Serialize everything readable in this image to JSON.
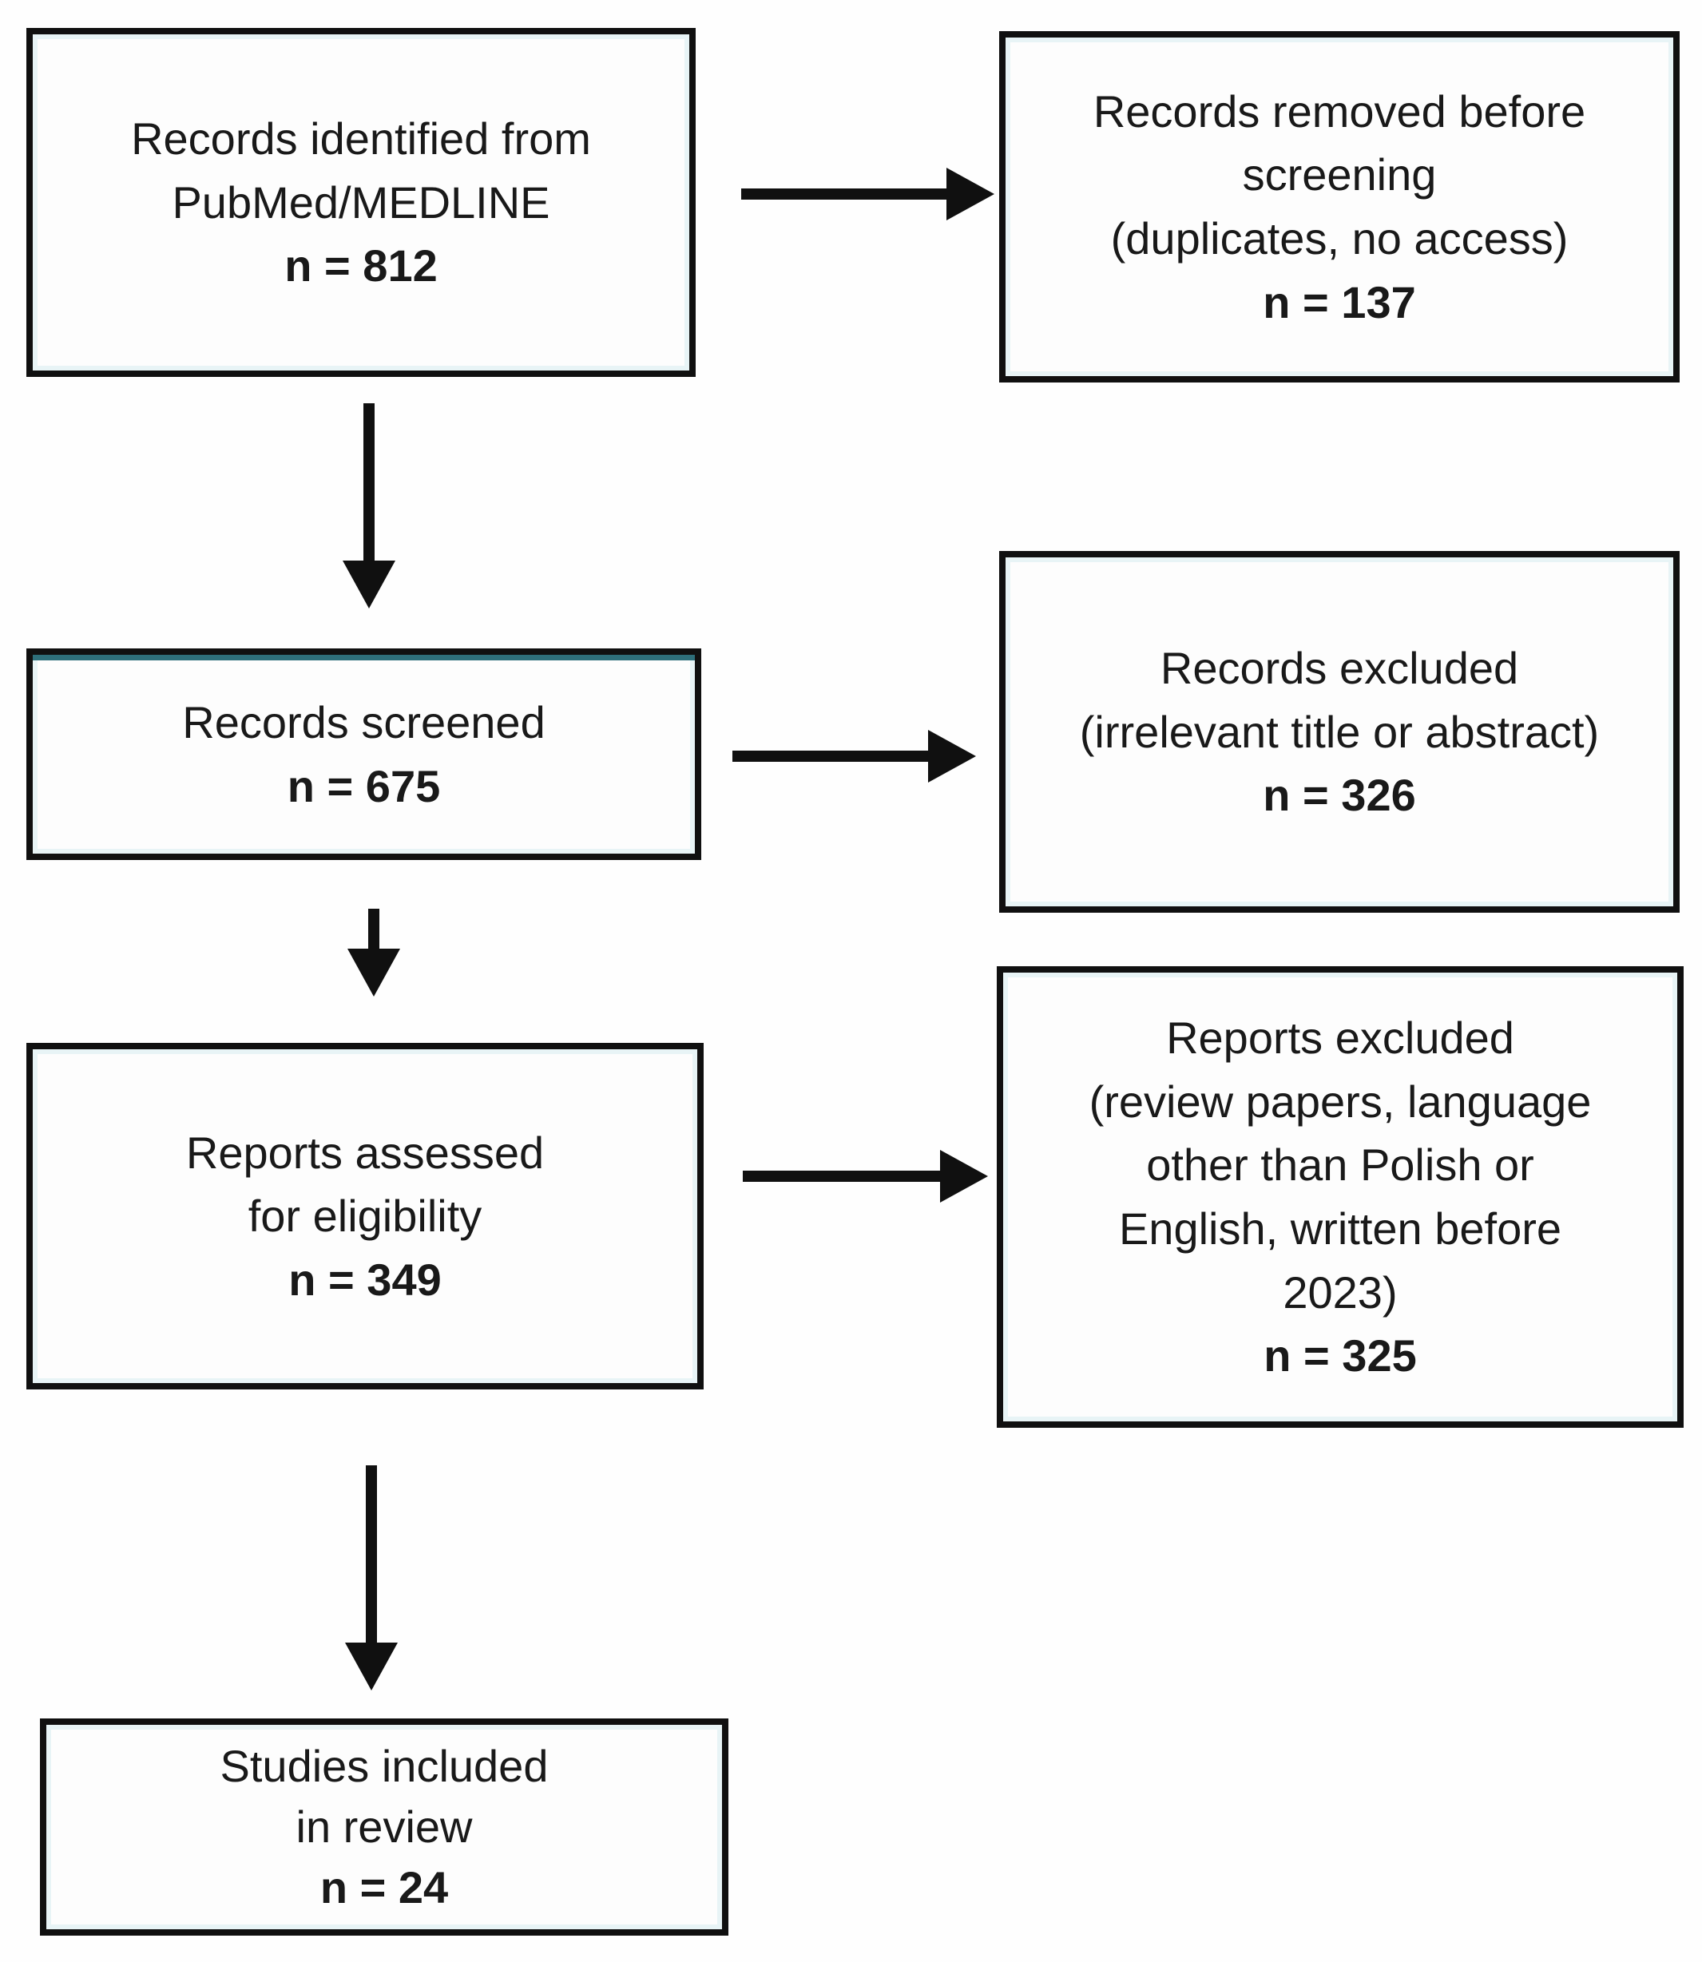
{
  "boxes": {
    "identified": {
      "line1": "Records identified from",
      "line2": "PubMed/MEDLINE",
      "n": "n = 812"
    },
    "removed": {
      "line1": "Records removed before",
      "line2": "screening",
      "line3": "(duplicates, no access)",
      "n": "n = 137"
    },
    "screened": {
      "line1": "Records screened",
      "n": "n = 675"
    },
    "excluded_records": {
      "line1": "Records excluded",
      "line2": "(irrelevant title or abstract)",
      "n": "n = 326"
    },
    "assessed": {
      "line1": "Reports assessed",
      "line2": "for eligibility",
      "n": "n = 349"
    },
    "excluded_reports": {
      "line1": "Reports excluded",
      "line2": "(review papers, language",
      "line3": "other than Polish or",
      "line4": "English, written before",
      "line5": "2023)",
      "n": "n = 325"
    },
    "included": {
      "line1": "Studies included",
      "line2": "in review",
      "n": "n = 24"
    }
  },
  "colors": {
    "box_border": "#101010",
    "arrow": "#101010",
    "teal_accent": "#2e6f7a",
    "inner_tint": "#e8f4f6",
    "background": "#fefefe",
    "text": "#191919"
  }
}
